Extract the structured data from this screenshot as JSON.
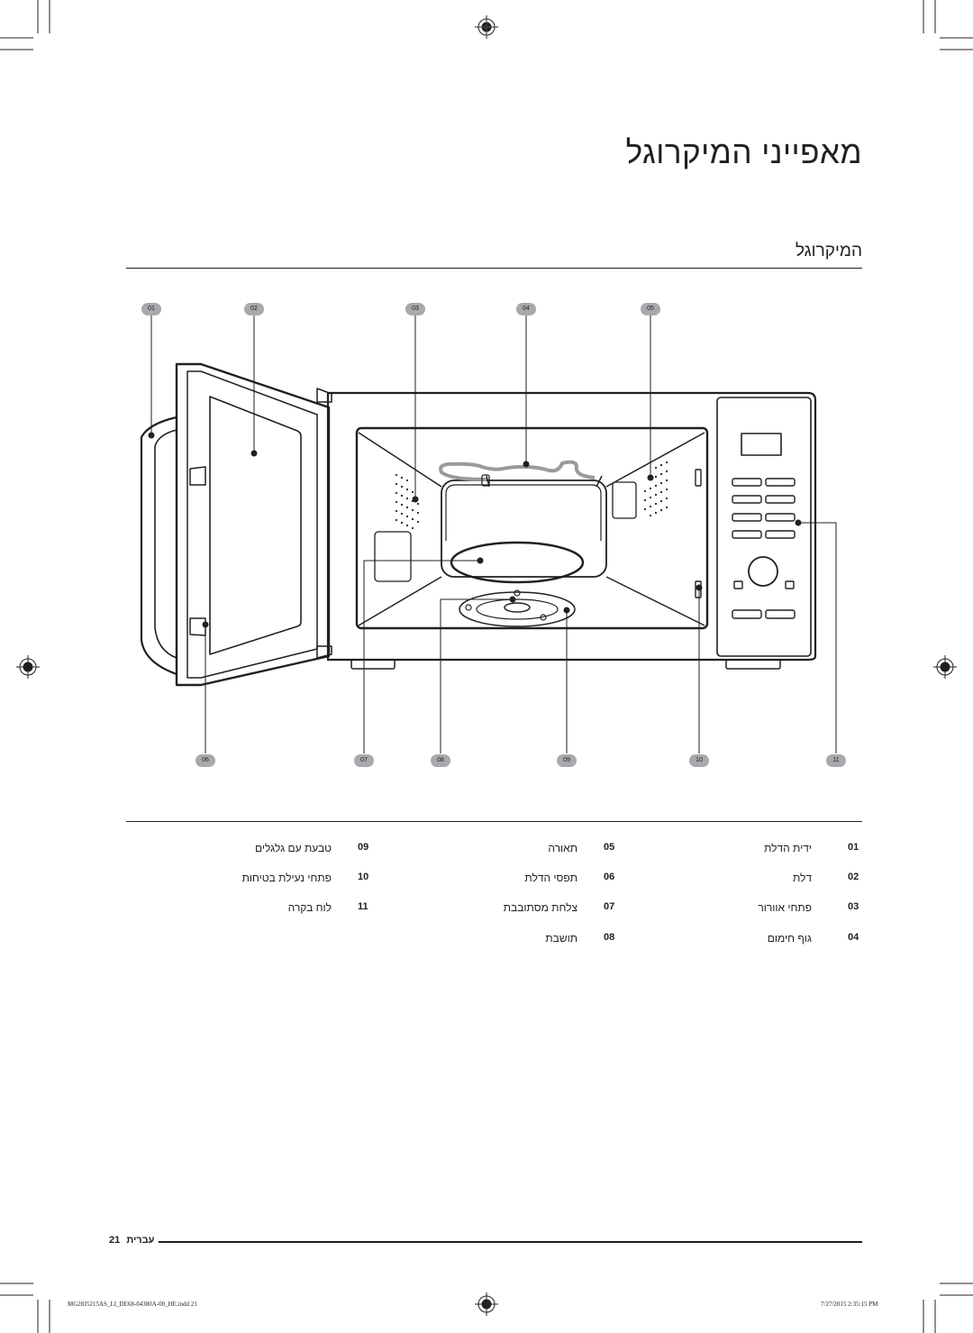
{
  "page": {
    "title": "מאפייני המיקרוגל",
    "section_title": "המיקרוגל"
  },
  "callouts_top": [
    "01",
    "02",
    "03",
    "04",
    "05"
  ],
  "callouts_bottom": [
    "06",
    "07",
    "08",
    "09",
    "10",
    "11"
  ],
  "legend": [
    {
      "num": "01",
      "label": "ידית הדלת"
    },
    {
      "num": "02",
      "label": "דלת"
    },
    {
      "num": "03",
      "label": "פתחי אוורור"
    },
    {
      "num": "04",
      "label": "גוף חימום"
    },
    {
      "num": "05",
      "label": "תאורה"
    },
    {
      "num": "06",
      "label": "תפסי הדלת"
    },
    {
      "num": "07",
      "label": "צלחת מסתובבת"
    },
    {
      "num": "08",
      "label": "תושבת"
    },
    {
      "num": "09",
      "label": "טבעת עם גלגלים"
    },
    {
      "num": "10",
      "label": "פתחי נעילת בטיחות"
    },
    {
      "num": "11",
      "label": "לוח בקרה"
    }
  ],
  "footer": {
    "page_label": "עברית",
    "page_number": "21",
    "slug_file": "MG28J5215AS_LI_DE68-04380A-00_HE.indd   21",
    "slug_date": "7/27/2015   2:35:15 PM"
  }
}
